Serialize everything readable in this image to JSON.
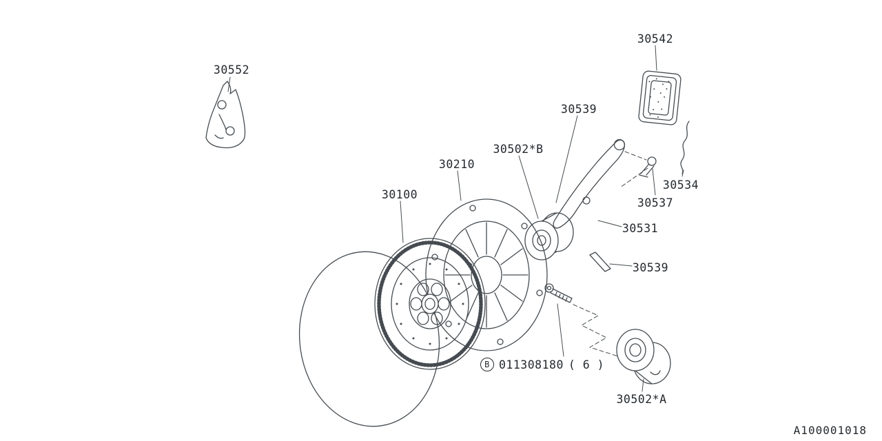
{
  "diagram_id": "A100001018",
  "labels": {
    "bracket": "30552",
    "pad": "30542",
    "pin_top": "30539",
    "bearing_b": "30502*B",
    "cover": "30210",
    "disc": "30100",
    "spring": "30534",
    "pivot": "30537",
    "fork": "30531",
    "pin_bottom": "30539",
    "bolt_marker": "B",
    "bolt_number": "011308180",
    "bolt_qty": "( 6  )",
    "bearing_a": "30502*A"
  }
}
